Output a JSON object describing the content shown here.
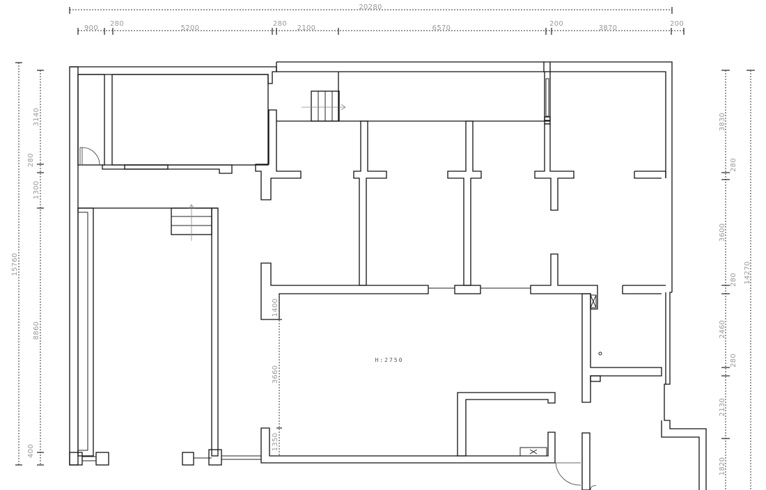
{
  "top_dimensions": {
    "overall": "20280",
    "segments": [
      "900",
      "280",
      "5200",
      "280",
      "2100",
      "6570",
      "200",
      "3870",
      "200"
    ]
  },
  "left_dimensions": {
    "overall": "15760",
    "segments": [
      "3140",
      "280",
      "1300",
      "8860",
      "400"
    ]
  },
  "right_dimensions": {
    "overall": "14270",
    "segments": [
      "3830",
      "280",
      "3600",
      "280",
      "2460",
      "280",
      "2130",
      "1820"
    ]
  },
  "interior_dimensions": {
    "stair_gap": "1400",
    "opening_height": "3660",
    "lower_gap": "1350"
  },
  "room_label": "H:2750"
}
